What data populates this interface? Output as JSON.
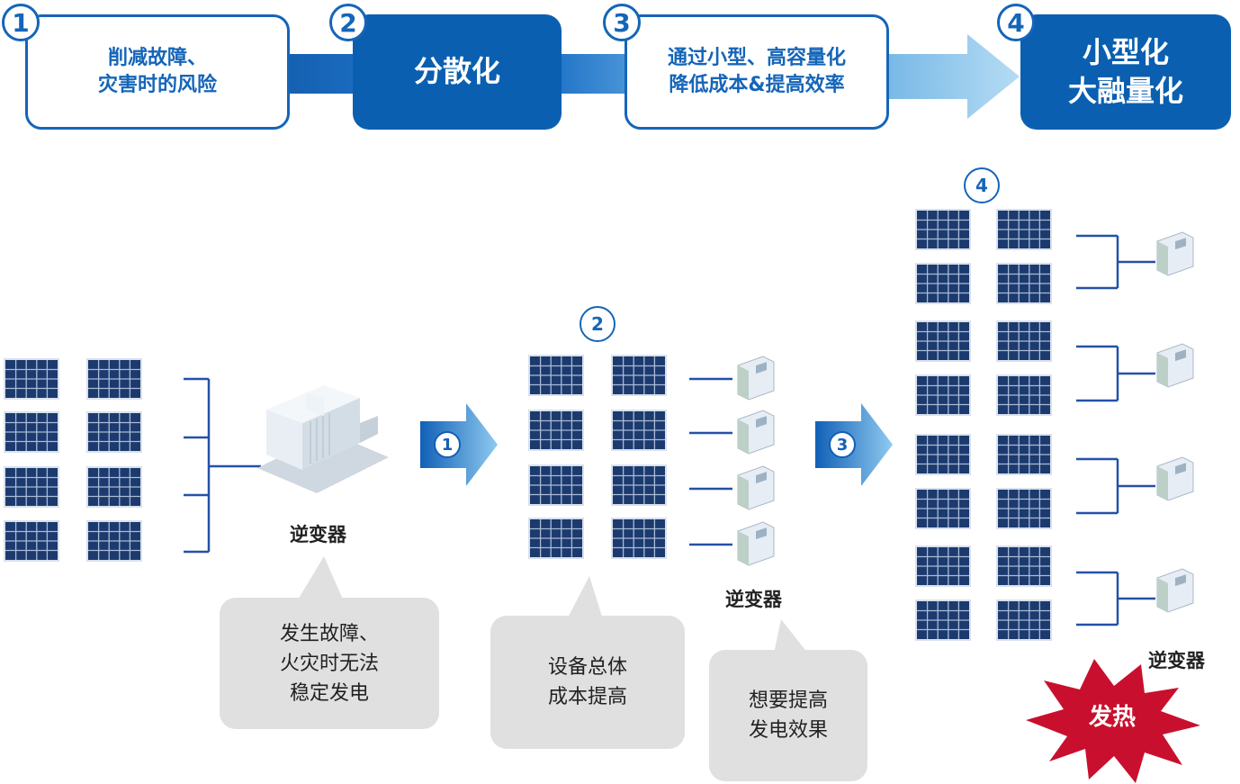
{
  "steps": [
    {
      "num": "1",
      "lines": [
        "削减故障、",
        "灾害时的风险"
      ]
    },
    {
      "num": "2",
      "lines": [
        "分散化"
      ]
    },
    {
      "num": "3",
      "lines": [
        "通过小型、高容量化",
        "降低成本&提高效率"
      ]
    },
    {
      "num": "4",
      "lines": [
        "小型化",
        "大融量化"
      ]
    }
  ],
  "diagram": {
    "arrow1_num": "1",
    "arrow3_num": "3",
    "circle2": "2",
    "circle4": "4",
    "inverter_label_1": "逆变器",
    "inverter_label_2": "逆变器",
    "inverter_label_3": "逆变器",
    "bubble1": [
      "发生故障、",
      "火灾时无法",
      "稳定发电"
    ],
    "bubble2": [
      "设备总体",
      "成本提高"
    ],
    "bubble3": [
      "想要提高",
      "发电效果"
    ],
    "heat_label": "发热"
  },
  "colors": {
    "primary": "#0a5fb0",
    "panel": "#1c3a6e",
    "bubble": "#e0e0e0",
    "heat": "#c8102e"
  }
}
